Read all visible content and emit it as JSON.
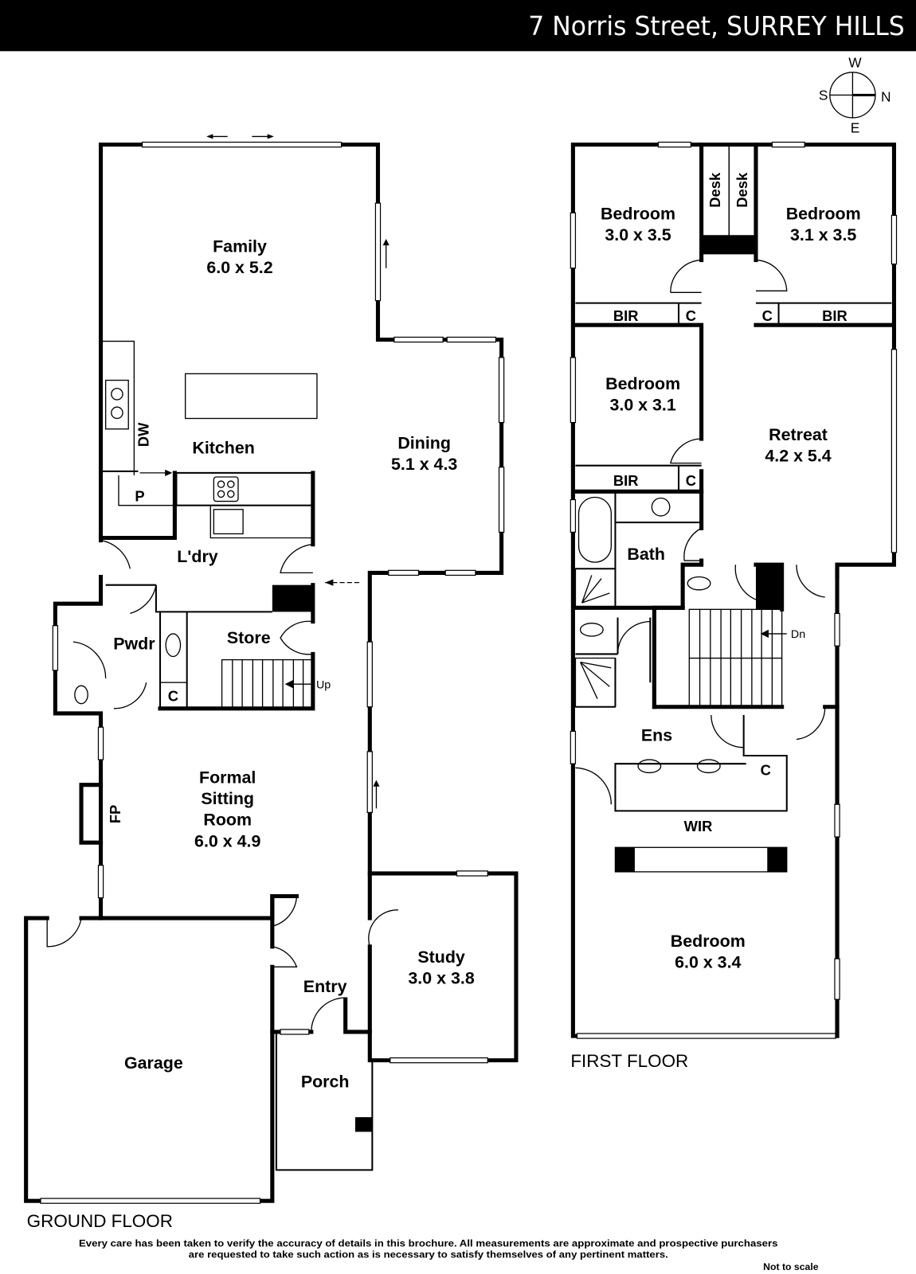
{
  "header": {
    "title": "7 Norris Street, SURREY HILLS"
  },
  "compass": {
    "north": "N",
    "south": "S",
    "east": "E",
    "west": "W"
  },
  "ground_floor": {
    "label": "GROUND FLOOR",
    "family": {
      "name": "Family",
      "size": "6.0 x 5.2"
    },
    "kitchen": {
      "name": "Kitchen",
      "dw": "DW",
      "pantry": "P"
    },
    "dining": {
      "name": "Dining",
      "size": "5.1 x 4.3"
    },
    "laundry": {
      "name": "L'dry"
    },
    "powder": {
      "name": "Pwdr"
    },
    "store": {
      "name": "Store",
      "cupboard": "C",
      "stairs": "Up"
    },
    "sitting": {
      "line1": "Formal",
      "line2": "Sitting",
      "line3": "Room",
      "size": "6.0 x 4.9",
      "fireplace": "FP"
    },
    "entry": {
      "name": "Entry"
    },
    "study": {
      "name": "Study",
      "size": "3.0 x 3.8"
    },
    "garage": {
      "name": "Garage"
    },
    "porch": {
      "name": "Porch"
    }
  },
  "first_floor": {
    "label": "FIRST FLOOR",
    "bedroom_nw": {
      "name": "Bedroom",
      "size": "3.0 x 3.5",
      "bir": "BIR",
      "cupboard": "C"
    },
    "bedroom_ne": {
      "name": "Bedroom",
      "size": "3.1 x 3.5",
      "bir": "BIR",
      "cupboard": "C"
    },
    "desk1": "Desk",
    "desk2": "Desk",
    "bedroom_mid": {
      "name": "Bedroom",
      "size": "3.0 x 3.1",
      "bir": "BIR",
      "cupboard": "C"
    },
    "retreat": {
      "name": "Retreat",
      "size": "4.2 x 5.4"
    },
    "bath": {
      "name": "Bath"
    },
    "stairs": "Dn",
    "ensuite": {
      "name": "Ens",
      "cupboard": "C"
    },
    "wir": {
      "name": "WIR"
    },
    "master": {
      "name": "Bedroom",
      "size": "6.0 x 3.4"
    }
  },
  "footer": {
    "disclaimer_line1": "Every care has been taken to verify the accuracy of details in this brochure.  All measurements are approximate and prospective purchasers",
    "disclaimer_line2": "are requested to take such action as is necessary to satisfy themselves of any pertinent matters.",
    "scale_note": "Not to scale"
  }
}
